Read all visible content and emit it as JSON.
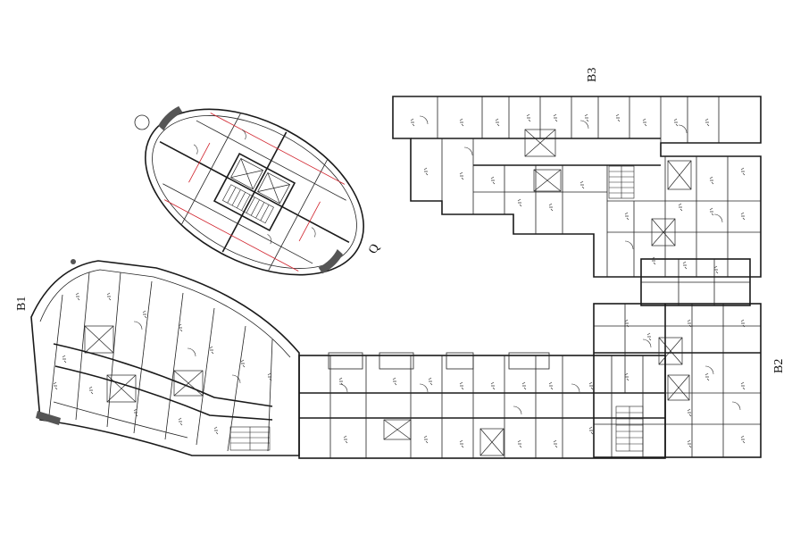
{
  "labels": {
    "wing_q": "Q",
    "wing_b1": "B1",
    "wing_b2": "B2",
    "wing_b3": "B3"
  },
  "colors": {
    "wall": "#1a1a1a",
    "accent_lines": "#d0202a",
    "background": "#ffffff"
  }
}
